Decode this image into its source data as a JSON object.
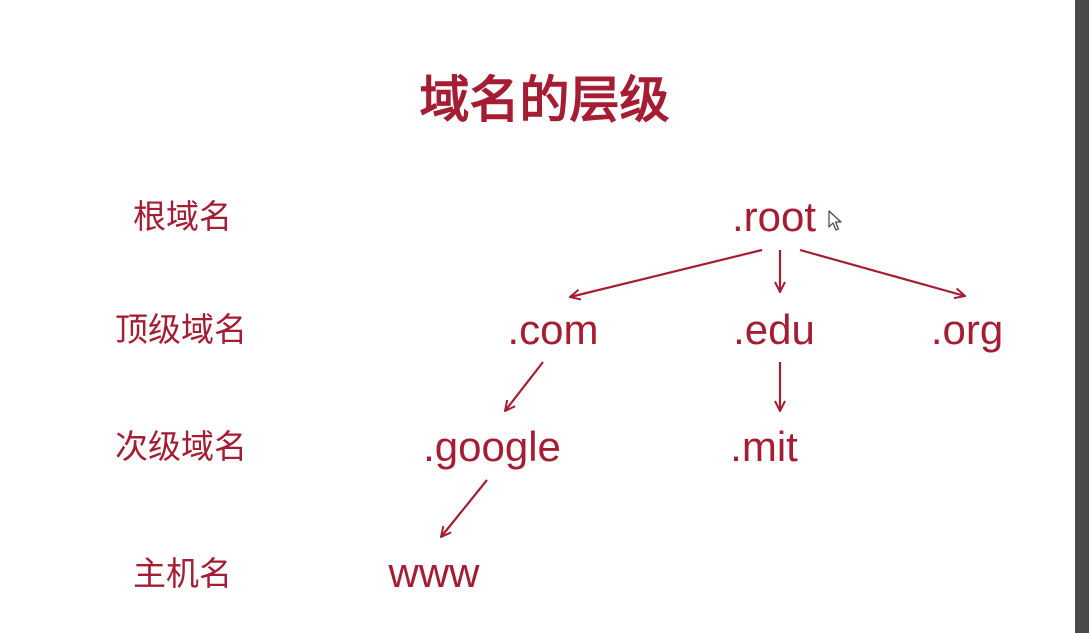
{
  "title": "域名的层级",
  "colors": {
    "primary": "#a51d33",
    "background": "#ffffff"
  },
  "levels": [
    {
      "label": "根域名"
    },
    {
      "label": "顶级域名"
    },
    {
      "label": "次级域名"
    },
    {
      "label": "主机名"
    }
  ],
  "nodes": {
    "root": ".root",
    "com": ".com",
    "edu": ".edu",
    "org": ".org",
    "google": ".google",
    "mit": ".mit",
    "www": "www"
  },
  "edges": [
    {
      "from": "root",
      "to": "com"
    },
    {
      "from": "root",
      "to": "edu"
    },
    {
      "from": "root",
      "to": "org"
    },
    {
      "from": "com",
      "to": "google"
    },
    {
      "from": "edu",
      "to": "mit"
    },
    {
      "from": "google",
      "to": "www"
    }
  ],
  "icons": {
    "cursor": "mouse-pointer-icon"
  }
}
